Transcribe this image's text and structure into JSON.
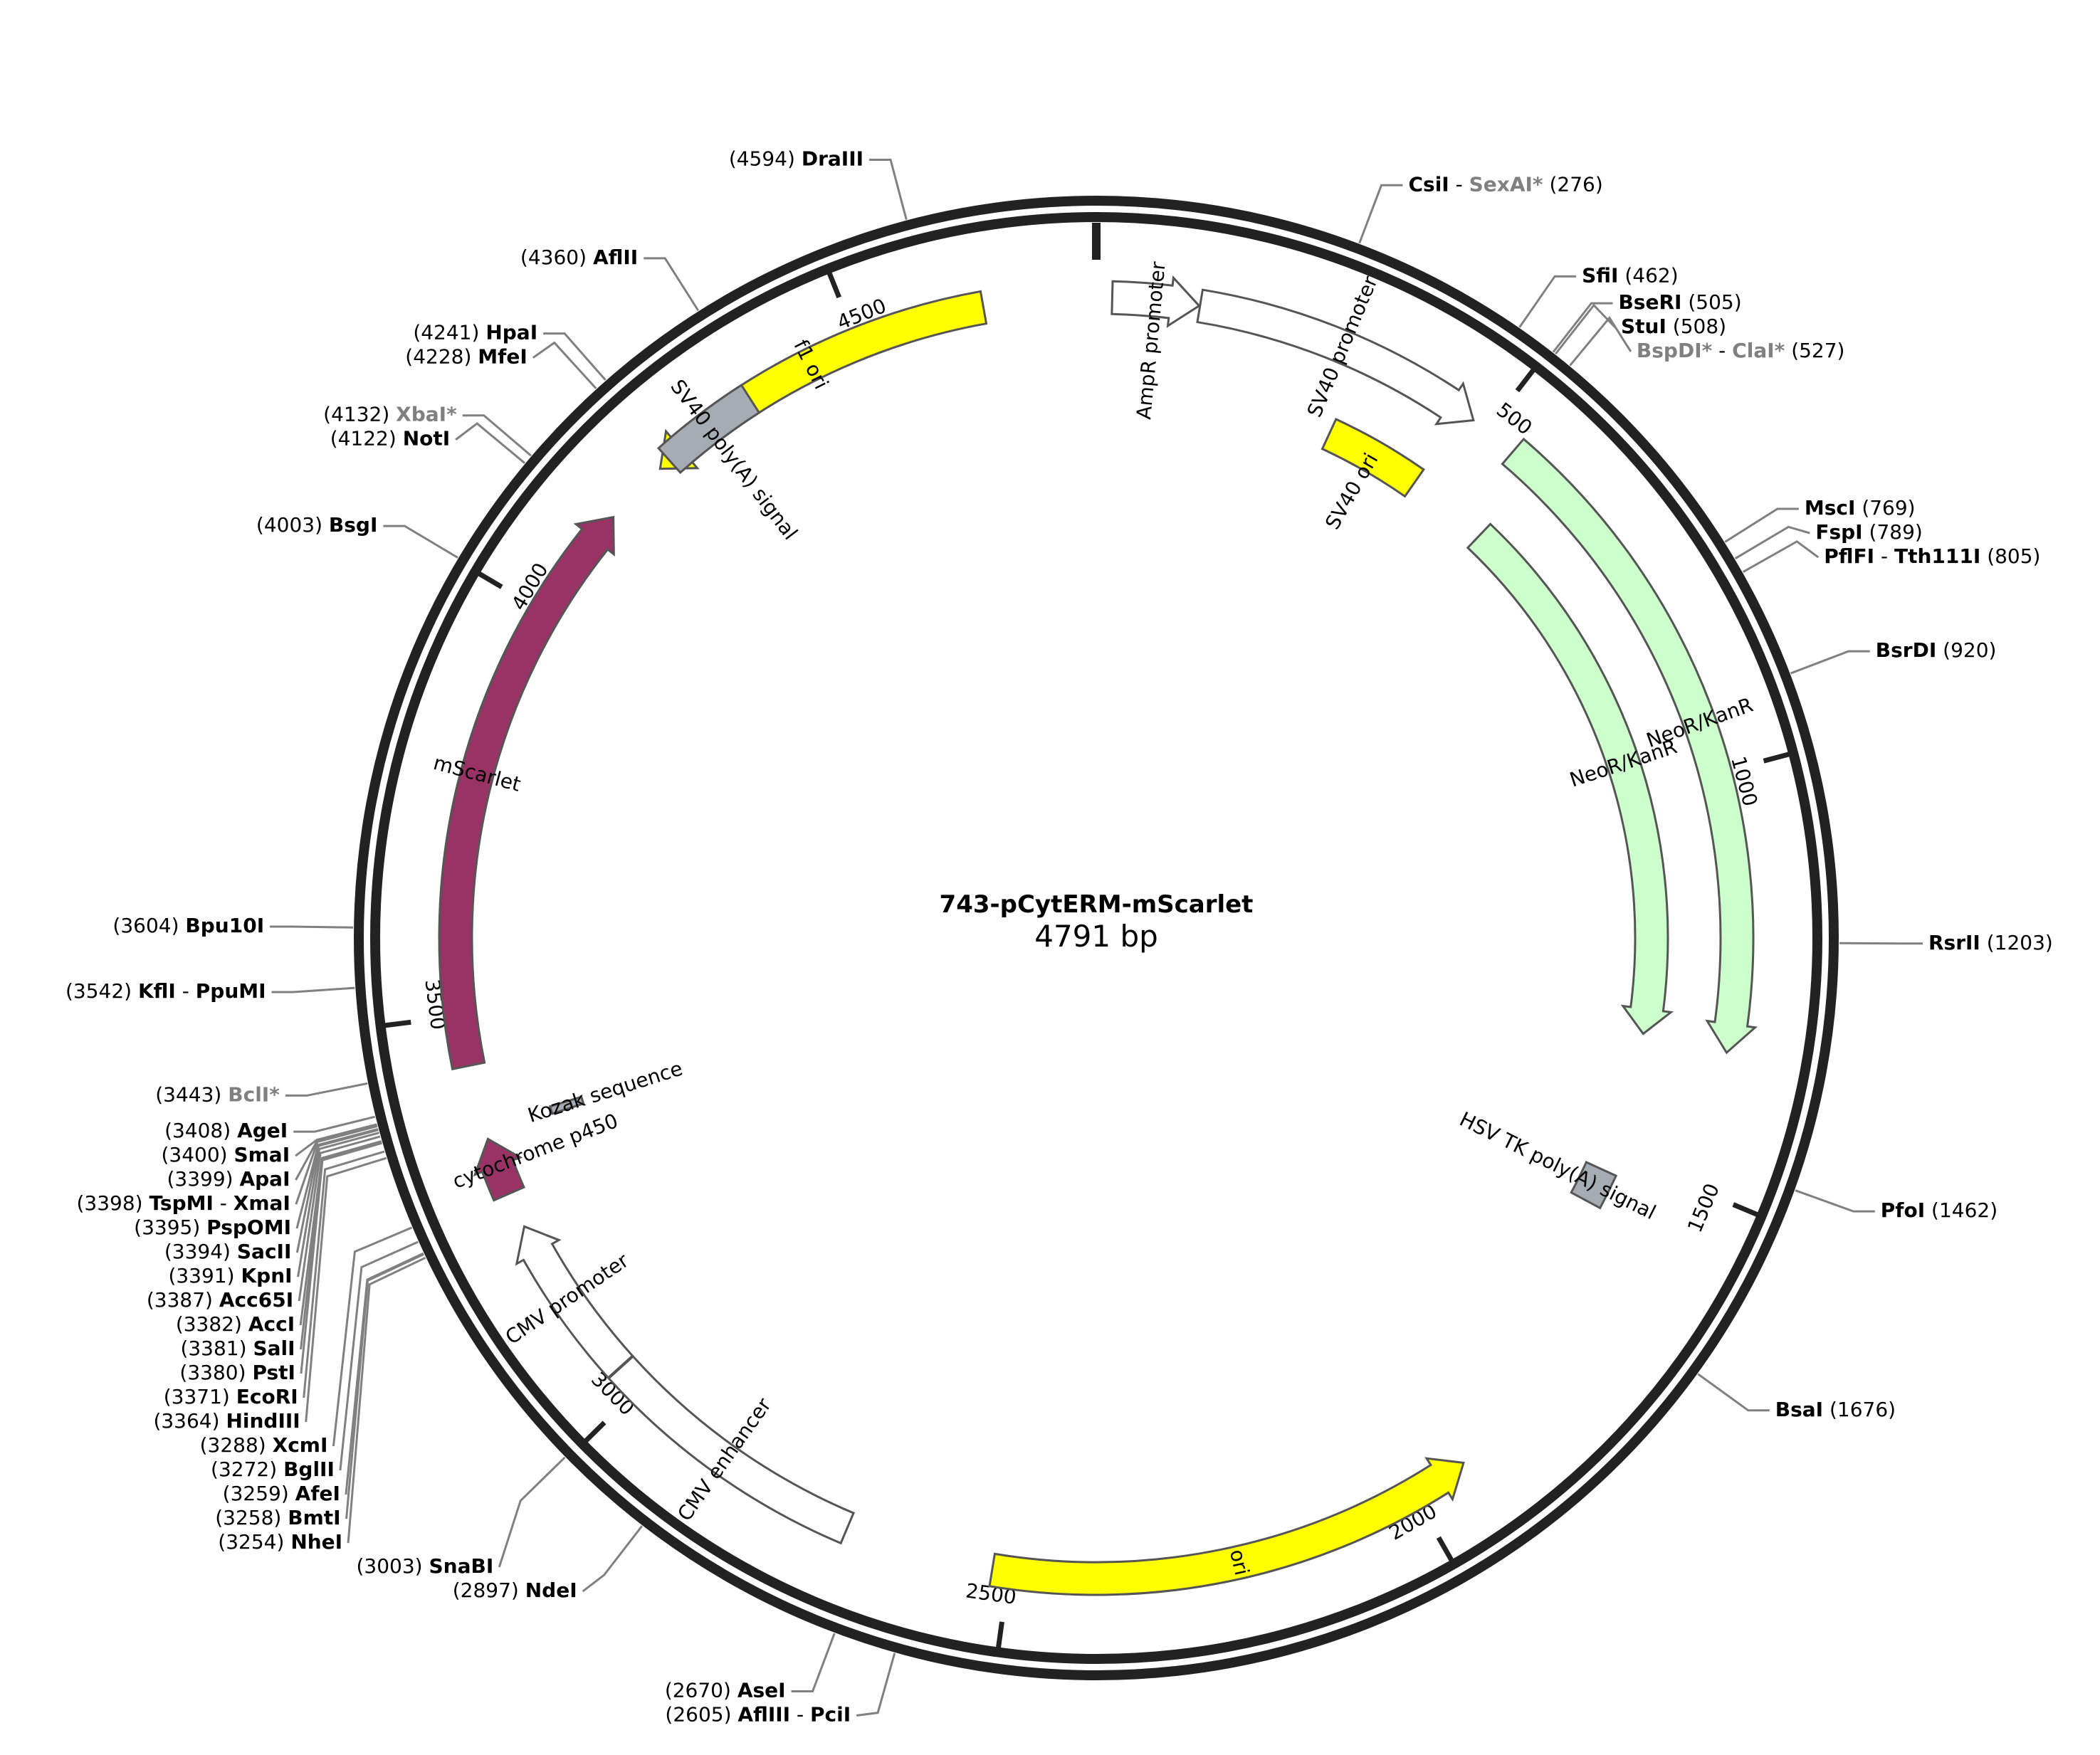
{
  "plasmid": {
    "name": "743-pCytERM-mScarlet",
    "length_label": "4791 bp",
    "length": 4791
  },
  "ticks": [
    {
      "pos": 500,
      "label": "500"
    },
    {
      "pos": 1000,
      "label": "1000"
    },
    {
      "pos": 1500,
      "label": "1500"
    },
    {
      "pos": 2000,
      "label": "2000"
    },
    {
      "pos": 2500,
      "label": "2500"
    },
    {
      "pos": 3000,
      "label": "3000"
    },
    {
      "pos": 3500,
      "label": "3500"
    },
    {
      "pos": 4000,
      "label": "4000"
    },
    {
      "pos": 4500,
      "label": "4500"
    }
  ],
  "features": [
    {
      "name": "f1 ori",
      "start": 4220,
      "end": 4656,
      "dir": "rev",
      "color": "#ffff00",
      "track": 1
    },
    {
      "name": "AmpR promoter",
      "start": 19,
      "end": 123,
      "dir": "fwd",
      "color": "#ffffff",
      "track": 1
    },
    {
      "name": "SV40 promoter",
      "start": 124,
      "end": 480,
      "dir": "fwd",
      "color": "#ffffff",
      "track": 1
    },
    {
      "name": "SV40 ori",
      "start": 330,
      "end": 465,
      "dir": "none",
      "color": "#ffff00",
      "track": 2
    },
    {
      "name": "NeoR/KanR",
      "start": 540,
      "end": 1335,
      "dir": "fwd",
      "color": "#ccffcc",
      "track": 1
    },
    {
      "name": "NeoR/KanR",
      "start": 580,
      "end": 1330,
      "dir": "fwd",
      "color": "#ccffcc",
      "track": 2
    },
    {
      "name": "HSV TK poly(A) signal",
      "start": 1525,
      "end": 1573,
      "dir": "none",
      "color": "#a6acb3",
      "track": 2
    },
    {
      "name": "ori",
      "start": 1930,
      "end": 2520,
      "dir": "rev",
      "color": "#ffff00",
      "track": 1
    },
    {
      "name": "CMV enhancer",
      "start": 2700,
      "end": 3033,
      "dir": "none",
      "color": "#ffffff",
      "track": 1
    },
    {
      "name": "CMV promoter",
      "start": 3034,
      "end": 3237,
      "dir": "fwd",
      "color": "#ffffff",
      "track": 1
    },
    {
      "name": "cytochrome p450",
      "start": 3280,
      "end": 3350,
      "dir": "fwd",
      "color": "#993366",
      "track": 1
    },
    {
      "name": "Kozak sequence",
      "start": 3355,
      "end": 3365,
      "dir": "none",
      "color": "#a6acb3",
      "track": 2
    },
    {
      "name": "mScarlet",
      "start": 3440,
      "end": 4140,
      "dir": "fwd",
      "color": "#993366",
      "track": 1
    },
    {
      "name": "SV40 poly(A) signal",
      "start": 4235,
      "end": 4356,
      "dir": "none",
      "color": "#a6acb3",
      "track": 1
    }
  ],
  "site_groups": [
    {
      "side": "right",
      "sites": [
        {
          "name": "CsiI",
          "meth": false
        },
        {
          "name": "SexAI*",
          "meth": true
        }
      ],
      "pos": 276,
      "pos_label": "(276)"
    },
    {
      "side": "right",
      "sites": [
        {
          "name": "SfiI",
          "meth": false
        }
      ],
      "pos": 462,
      "pos_label": "(462)"
    },
    {
      "side": "right",
      "sites": [
        {
          "name": "BseRI",
          "meth": false
        }
      ],
      "pos": 505,
      "pos_label": "(505)"
    },
    {
      "side": "right",
      "sites": [
        {
          "name": "StuI",
          "meth": false
        }
      ],
      "pos": 508,
      "pos_label": "(508)"
    },
    {
      "side": "right",
      "sites": [
        {
          "name": "BspDI*",
          "meth": true
        },
        {
          "name": "ClaI*",
          "meth": true
        }
      ],
      "pos": 527,
      "pos_label": "(527)"
    },
    {
      "side": "right",
      "sites": [
        {
          "name": "MscI",
          "meth": false
        }
      ],
      "pos": 769,
      "pos_label": "(769)"
    },
    {
      "side": "right",
      "sites": [
        {
          "name": "FspI",
          "meth": false
        }
      ],
      "pos": 789,
      "pos_label": "(789)"
    },
    {
      "side": "right",
      "sites": [
        {
          "name": "PflFI",
          "meth": false
        },
        {
          "name": "Tth111I",
          "meth": false
        }
      ],
      "pos": 805,
      "pos_label": "(805)"
    },
    {
      "side": "right",
      "sites": [
        {
          "name": "BsrDI",
          "meth": false
        }
      ],
      "pos": 920,
      "pos_label": "(920)"
    },
    {
      "side": "right",
      "sites": [
        {
          "name": "RsrII",
          "meth": false
        }
      ],
      "pos": 1203,
      "pos_label": "(1203)"
    },
    {
      "side": "right",
      "sites": [
        {
          "name": "PfoI",
          "meth": false
        }
      ],
      "pos": 1462,
      "pos_label": "(1462)"
    },
    {
      "side": "right",
      "sites": [
        {
          "name": "BsaI",
          "meth": false
        }
      ],
      "pos": 1676,
      "pos_label": "(1676)"
    },
    {
      "side": "left",
      "sites": [
        {
          "name": "AseI",
          "meth": false
        }
      ],
      "pos": 2670,
      "pos_label": "(2670)"
    },
    {
      "side": "left",
      "sites": [
        {
          "name": "AflIII",
          "meth": false
        },
        {
          "name": "PciI",
          "meth": false
        }
      ],
      "pos": 2605,
      "pos_label": "(2605)"
    },
    {
      "side": "left",
      "sites": [
        {
          "name": "NdeI",
          "meth": false
        }
      ],
      "pos": 2897,
      "pos_label": "(2897)"
    },
    {
      "side": "left",
      "sites": [
        {
          "name": "SnaBI",
          "meth": false
        }
      ],
      "pos": 3003,
      "pos_label": "(3003)"
    },
    {
      "side": "left",
      "sites": [
        {
          "name": "NheI",
          "meth": false
        }
      ],
      "pos": 3254,
      "pos_label": "(3254)"
    },
    {
      "side": "left",
      "sites": [
        {
          "name": "BmtI",
          "meth": false
        }
      ],
      "pos": 3258,
      "pos_label": "(3258)"
    },
    {
      "side": "left",
      "sites": [
        {
          "name": "AfeI",
          "meth": false
        }
      ],
      "pos": 3259,
      "pos_label": "(3259)"
    },
    {
      "side": "left",
      "sites": [
        {
          "name": "BglII",
          "meth": false
        }
      ],
      "pos": 3272,
      "pos_label": "(3272)"
    },
    {
      "side": "left",
      "sites": [
        {
          "name": "XcmI",
          "meth": false
        }
      ],
      "pos": 3288,
      "pos_label": "(3288)"
    },
    {
      "side": "left",
      "sites": [
        {
          "name": "HindIII",
          "meth": false
        }
      ],
      "pos": 3364,
      "pos_label": "(3364)"
    },
    {
      "side": "left",
      "sites": [
        {
          "name": "EcoRI",
          "meth": false
        }
      ],
      "pos": 3371,
      "pos_label": "(3371)"
    },
    {
      "side": "left",
      "sites": [
        {
          "name": "PstI",
          "meth": false
        }
      ],
      "pos": 3380,
      "pos_label": "(3380)"
    },
    {
      "side": "left",
      "sites": [
        {
          "name": "SalI",
          "meth": false
        }
      ],
      "pos": 3381,
      "pos_label": "(3381)"
    },
    {
      "side": "left",
      "sites": [
        {
          "name": "AccI",
          "meth": false
        }
      ],
      "pos": 3382,
      "pos_label": "(3382)"
    },
    {
      "side": "left",
      "sites": [
        {
          "name": "Acc65I",
          "meth": false
        }
      ],
      "pos": 3387,
      "pos_label": "(3387)"
    },
    {
      "side": "left",
      "sites": [
        {
          "name": "KpnI",
          "meth": false
        }
      ],
      "pos": 3391,
      "pos_label": "(3391)"
    },
    {
      "side": "left",
      "sites": [
        {
          "name": "SacII",
          "meth": false
        }
      ],
      "pos": 3394,
      "pos_label": "(3394)"
    },
    {
      "side": "left",
      "sites": [
        {
          "name": "PspOMI",
          "meth": false
        }
      ],
      "pos": 3395,
      "pos_label": "(3395)"
    },
    {
      "side": "left",
      "sites": [
        {
          "name": "TspMI",
          "meth": false
        },
        {
          "name": "XmaI",
          "meth": false
        }
      ],
      "pos": 3398,
      "pos_label": "(3398)"
    },
    {
      "side": "left",
      "sites": [
        {
          "name": "ApaI",
          "meth": false
        }
      ],
      "pos": 3399,
      "pos_label": "(3399)"
    },
    {
      "side": "left",
      "sites": [
        {
          "name": "SmaI",
          "meth": false
        }
      ],
      "pos": 3400,
      "pos_label": "(3400)"
    },
    {
      "side": "left",
      "sites": [
        {
          "name": "AgeI",
          "meth": false
        }
      ],
      "pos": 3408,
      "pos_label": "(3408)"
    },
    {
      "side": "left",
      "sites": [
        {
          "name": "BclI*",
          "meth": true
        }
      ],
      "pos": 3443,
      "pos_label": "(3443)"
    },
    {
      "side": "left",
      "sites": [
        {
          "name": "KflI",
          "meth": false
        },
        {
          "name": "PpuMI",
          "meth": false
        }
      ],
      "pos": 3542,
      "pos_label": "(3542)"
    },
    {
      "side": "left",
      "sites": [
        {
          "name": "Bpu10I",
          "meth": false
        }
      ],
      "pos": 3604,
      "pos_label": "(3604)"
    },
    {
      "side": "left",
      "sites": [
        {
          "name": "BsgI",
          "meth": false
        }
      ],
      "pos": 4003,
      "pos_label": "(4003)"
    },
    {
      "side": "left",
      "sites": [
        {
          "name": "NotI",
          "meth": false
        }
      ],
      "pos": 4122,
      "pos_label": "(4122)"
    },
    {
      "side": "left",
      "sites": [
        {
          "name": "XbaI*",
          "meth": true
        }
      ],
      "pos": 4132,
      "pos_label": "(4132)"
    },
    {
      "side": "left",
      "sites": [
        {
          "name": "MfeI",
          "meth": false
        }
      ],
      "pos": 4228,
      "pos_label": "(4228)"
    },
    {
      "side": "left",
      "sites": [
        {
          "name": "HpaI",
          "meth": false
        }
      ],
      "pos": 4241,
      "pos_label": "(4241)"
    },
    {
      "side": "left",
      "sites": [
        {
          "name": "AflII",
          "meth": false
        }
      ],
      "pos": 4360,
      "pos_label": "(4360)"
    },
    {
      "side": "left",
      "sites": [
        {
          "name": "DraIII",
          "meth": false
        }
      ],
      "pos": 4594,
      "pos_label": "(4594)"
    }
  ]
}
